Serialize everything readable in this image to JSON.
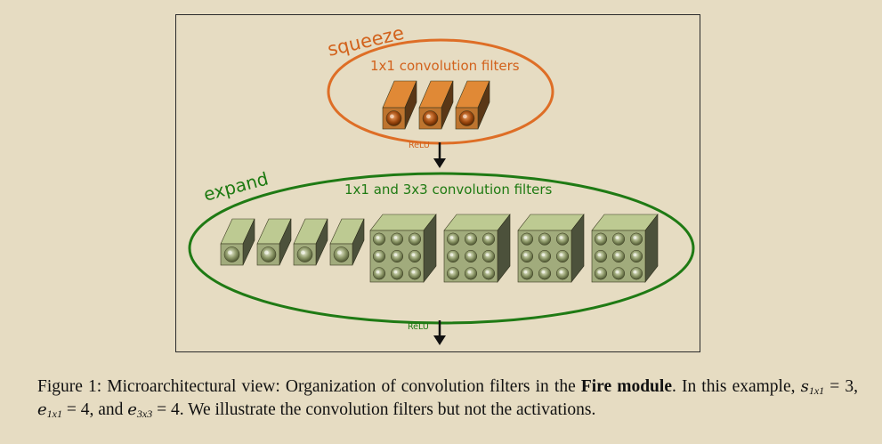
{
  "diagram": {
    "squeeze": {
      "title": "squeeze",
      "subtitle": "1x1 convolution filters",
      "activation": "ReLU",
      "filter_count": 3,
      "colors": {
        "label": "#d2621c",
        "filter": "#c87a30",
        "ellipse": "#de6e26"
      }
    },
    "expand": {
      "title": "expand",
      "subtitle": "1x1 and 3x3 convolution filters",
      "activation": "ReLU",
      "filters_1x1": 4,
      "filters_3x3": 4,
      "colors": {
        "label": "#1e7a12",
        "filter": "#a9b482",
        "ellipse": "#1f7a14"
      }
    }
  },
  "caption": {
    "prefix": "Figure 1: Microarchitectural view: Organization of convolution filters in the ",
    "bold": "Fire module",
    "part1": ". In this example, ",
    "s_var": "s",
    "s_sub": "1x1",
    "s_val": " = 3, ",
    "e1_var": "e",
    "e1_sub": "1x1",
    "e1_val": " = 4, and ",
    "e3_var": "e",
    "e3_sub": "3x3",
    "e3_val": " = 4. We illustrate the convolution filters but not the activations."
  }
}
